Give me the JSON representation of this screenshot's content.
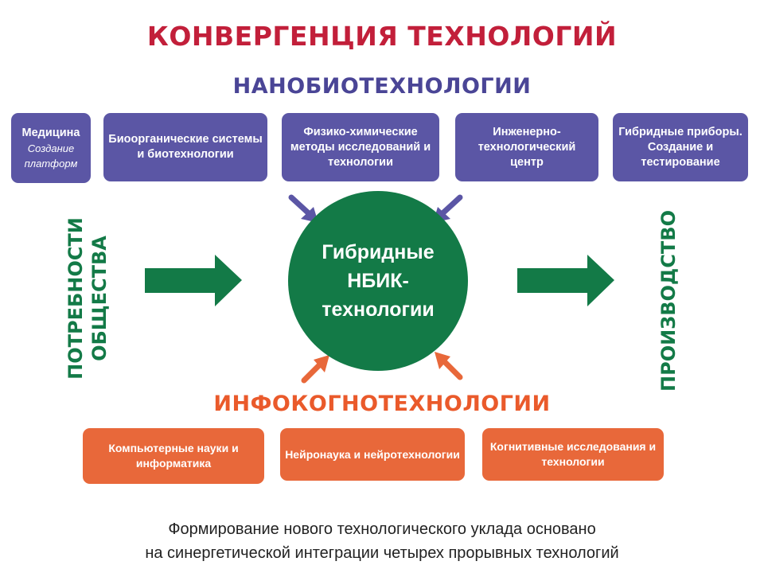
{
  "title": "КОНВЕРГЕНЦИЯ ТЕХНОЛОГИЙ",
  "nano": {
    "heading": "НАНОБИОТЕХНОЛОГИИ",
    "boxes": [
      {
        "main": "Медицина",
        "sub": "Создание платформ"
      },
      {
        "main": "Биоорганические системы и биотехнологии"
      },
      {
        "main": "Физико-химические методы исследований и технологии"
      },
      {
        "main": "Инженерно-технологический центр"
      },
      {
        "main": "Гибридные приборы. Создание и тестирование"
      }
    ]
  },
  "center": {
    "label": "Гибридные\nНБИК-\nтехнологии"
  },
  "left_label": {
    "line1": "ПОТРЕБНОСТИ",
    "line2": "ОБЩЕСТВА"
  },
  "right_label": "ПРОИЗВОДСТВО",
  "info": {
    "heading": "ИНФОКОГНОТЕХНОЛОГИИ",
    "boxes": [
      {
        "main": "Компьютерные науки и информатика"
      },
      {
        "main": "Нейронаука и нейротехнологии"
      },
      {
        "main": "Когнитивные исследования и технологии"
      }
    ]
  },
  "footer": {
    "line1": "Формирование нового технологического уклада основано",
    "line2": "на синергетической интеграции четырех прорывных технологий"
  },
  "colors": {
    "red": "#c21f3a",
    "purple": "#5b56a5",
    "green": "#137a47",
    "orange": "#e8683a"
  }
}
